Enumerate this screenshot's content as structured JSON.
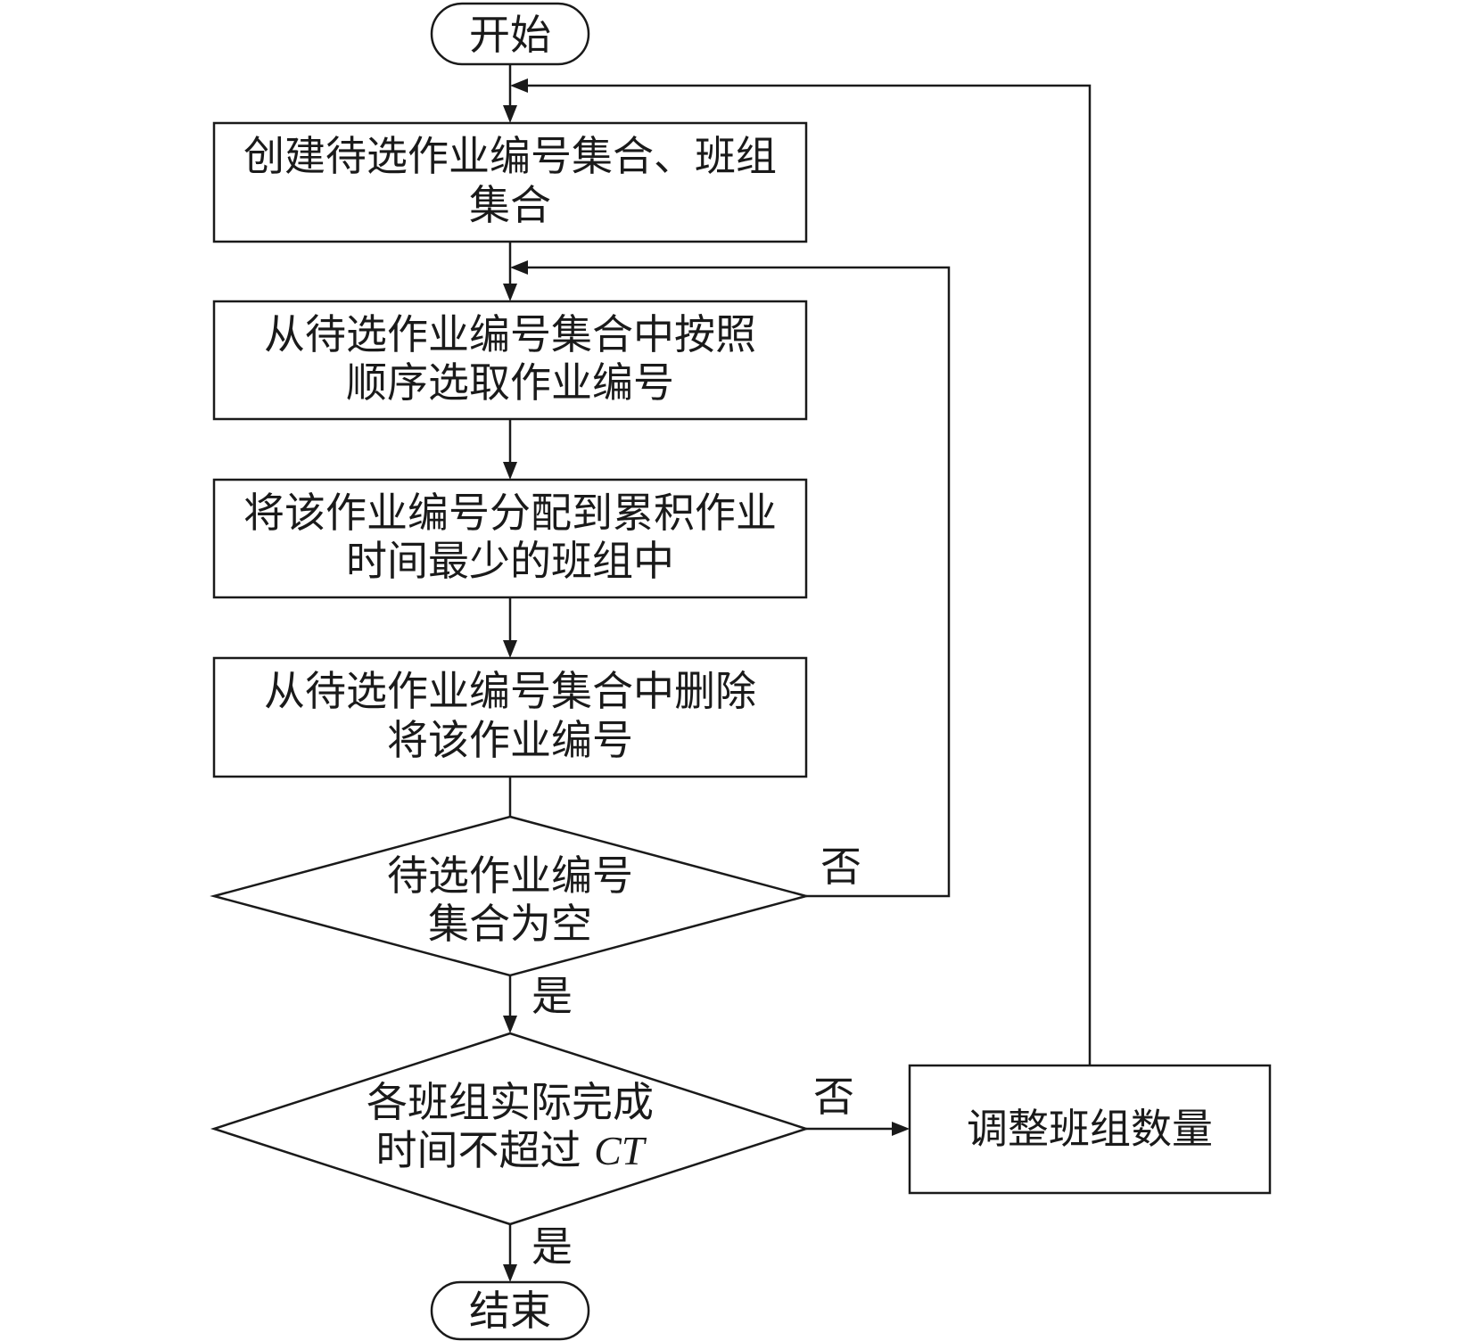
{
  "nodes": {
    "start": {
      "label": "开始"
    },
    "create_sets": {
      "line1": "创建待选作业编号集合、班组",
      "line2": "集合"
    },
    "select_job": {
      "line1": "从待选作业编号集合中按照",
      "line2": "顺序选取作业编号"
    },
    "assign_job": {
      "line1": "将该作业编号分配到累积作业",
      "line2": "时间最少的班组中"
    },
    "delete_job": {
      "line1": "从待选作业编号集合中删除",
      "line2": "将该作业编号"
    },
    "check_empty": {
      "line1": "待选作业编号",
      "line2": "集合为空"
    },
    "check_time": {
      "line1": "各班组实际完成",
      "line2_prefix": "时间不超过 ",
      "line2_var": "CT"
    },
    "adjust": {
      "label": "调整班组数量"
    },
    "end": {
      "label": "结束"
    }
  },
  "edges": {
    "empty_no": "否",
    "empty_yes": "是",
    "time_no": "否",
    "time_yes": "是"
  },
  "colors": {
    "stroke": "#1a1a1a",
    "fill": "#ffffff",
    "text": "#1a1a1a"
  }
}
